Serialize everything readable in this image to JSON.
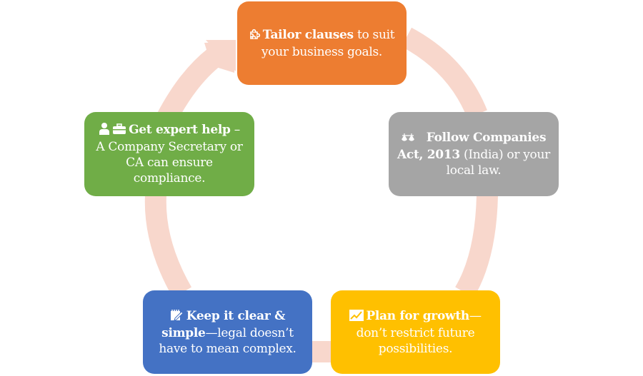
{
  "colors": {
    "ring": "#F8D7CC",
    "tailor": "#ED7D31",
    "follow": "#A5A5A5",
    "growth": "#FFC000",
    "clear": "#4472C4",
    "expert": "#70AD47",
    "text": "#FFFFFF"
  },
  "cycle": {
    "direction": "clockwise",
    "steps": [
      {
        "id": "tailor",
        "icon": "puzzle-piece-icon",
        "bold": "Tailor clauses",
        "rest": " to suit your business goals."
      },
      {
        "id": "follow",
        "icon": "scales-icon",
        "bold": "Follow Companies Act, 2013",
        "rest": " (India) or your local law."
      },
      {
        "id": "growth",
        "icon": "growth-chart-icon",
        "bold": "Plan for growth",
        "rest": "—don’t restrict future possibilities."
      },
      {
        "id": "clear",
        "icon": "notepad-pencil-icon",
        "bold": "Keep it clear & simple",
        "rest": "—legal doesn’t have to mean complex."
      },
      {
        "id": "expert",
        "icon": "expert-briefcase-icon",
        "bold": "Get expert help",
        "rest": " – A Company Secretary or CA can ensure compliance."
      }
    ]
  }
}
